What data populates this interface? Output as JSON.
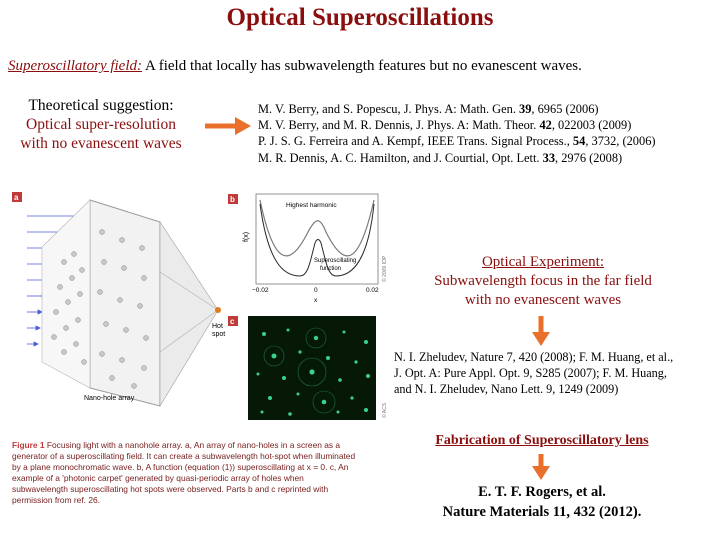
{
  "title": "Optical Superoscillations",
  "definition": {
    "term": "Superoscillatory field:",
    "text": "A field that locally has subwavelength features but no evanescent waves."
  },
  "theoretical": {
    "heading": "Theoretical suggestion:",
    "line1": "Optical super-resolution",
    "line2": "with no evanescent waves"
  },
  "theory_refs": [
    {
      "pre": "M. V. Berry, and S. Popescu, J. Phys. A: Math. Gen. ",
      "vol": "39",
      "post": ", 6965 (2006)"
    },
    {
      "pre": "M. V. Berry, and M. R. Dennis, J. Phys. A: Math. Theor. ",
      "vol": "42",
      "post": ", 022003 (2009)"
    },
    {
      "pre": "P. J. S. G. Ferreira and A. Kempf, IEEE Trans. Signal Process., ",
      "vol": "54",
      "post": ", 3732, (2006)"
    },
    {
      "pre": "M. R. Dennis, A. C. Hamilton, and J. Courtial, Opt. Lett. ",
      "vol": "33",
      "post": ", 2976 (2008)"
    }
  ],
  "optical_experiment": {
    "heading": "Optical Experiment:",
    "line1": "Subwavelength focus in the far field",
    "line2": "with no evanescent waves"
  },
  "experiment_refs": {
    "line1": "N. I. Zheludev, Nature 7, 420 (2008); F. M. Huang, et al.,",
    "line2": "J. Opt. A: Pure Appl. Opt. 9, S285 (2007); F. M. Huang,",
    "line3": "and N. I. Zheludev, Nano Lett. 9, 1249 (2009)"
  },
  "fabrication": {
    "heading": "Fabrication of Superoscillatory lens",
    "author": "E. T. F. Rogers, et al.",
    "journal": "Nature Materials 11, 432 (2012)."
  },
  "figure": {
    "panel_a": "a",
    "panel_b": "b",
    "panel_c": "c",
    "hot_spot_1": "Hot",
    "hot_spot_2": "spot",
    "nano_hole_array": "Nano-hole array",
    "highest_harmonic": "Highest harmonic",
    "so_func_1": "Superoscillating",
    "so_func_2": "function",
    "y_axis": "f(x)",
    "x_axis": "x",
    "x_tick_left": "−0.02",
    "x_tick_mid": "0",
    "x_tick_right": "0.02",
    "credit_b": "© 2009 IOP",
    "credit_c": "© ACS"
  },
  "caption": {
    "label": "Figure 1",
    "text": "Focusing light with a nanohole array. a, An array of nano-holes in a screen as a generator of a superoscillating field. It can create a subwavelength hot-spot when illuminated by a plane monochromatic wave. b, A function (equation (1)) superoscillating at x = 0. c, An example of a 'photonic carpet' generated by quasi-periodic array of holes when subwavelength superoscillating hot spots were observed. Parts b and c reprinted with permission from ref. 26."
  },
  "colors": {
    "title_red": "#8b0e0e",
    "arrow_orange": "#e8702a",
    "caption_red": "#c03a3a",
    "carpet_green": "#3bd08a"
  }
}
